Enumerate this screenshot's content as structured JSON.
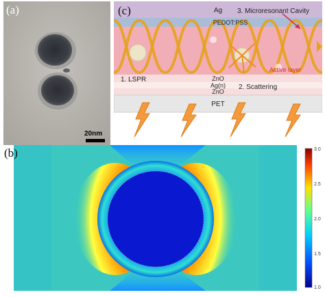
{
  "panel_a": {
    "label": "(a)",
    "scale_bar_label": "20nm"
  },
  "panel_c": {
    "label": "(c)",
    "layers": {
      "ag": "Ag",
      "pedot": "PEDOT:PSS",
      "active": "Active layer",
      "zno_top": "ZnO",
      "ag_nano": "Ag(n)",
      "zno_bottom": "ZnO",
      "pet": "PET"
    },
    "annotations": {
      "lspr": "1. LSPR",
      "scattering": "2. Scattering",
      "cavity": "3. Microresonant Cavity"
    },
    "colors": {
      "ag_layer": "#cdb8d8",
      "pedot_layer": "#a9bcd8",
      "active_layer": "#f2aeb6",
      "zno_layer": "#f7dede",
      "ag_nano_layer": "#fbecec",
      "pet_layer": "#e7e7e7",
      "wave": "#e6a21c",
      "lightning": "#f49a3c",
      "arrow": "#d0303e"
    }
  },
  "panel_b": {
    "label": "(b)",
    "colorbar": {
      "min": 1.0,
      "max": 3.0,
      "ticks": [
        "3.0",
        "2.5",
        "2.0",
        "1.5",
        "1.0"
      ],
      "colors": [
        "#00008f",
        "#0050ff",
        "#00d0ff",
        "#60ff90",
        "#ffe000",
        "#ff4000",
        "#8a0000"
      ]
    }
  }
}
